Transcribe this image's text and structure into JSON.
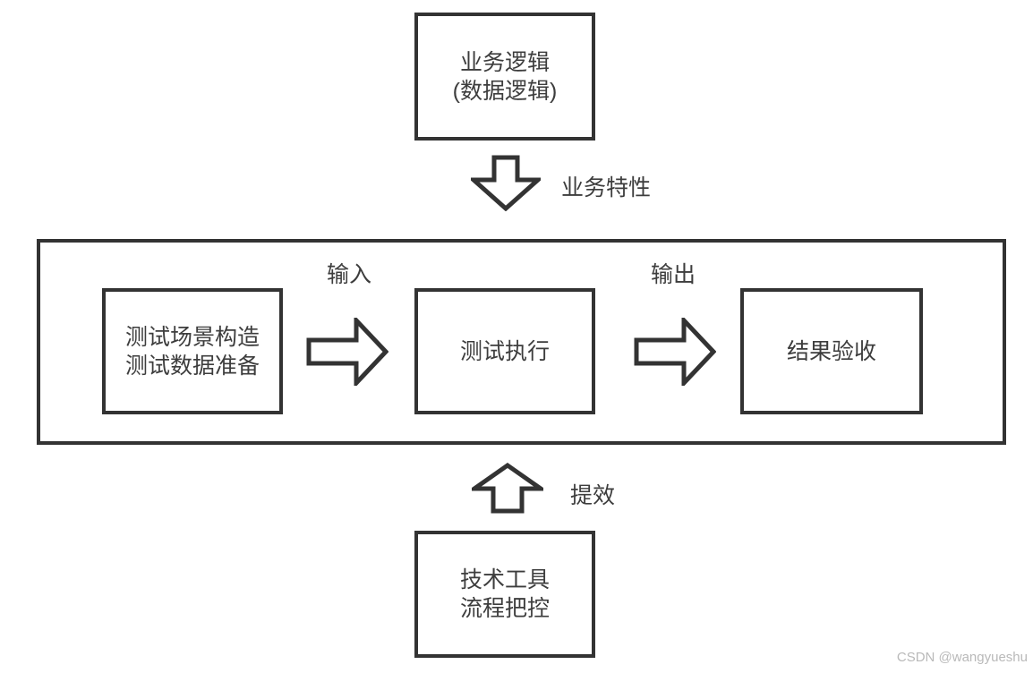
{
  "colors": {
    "line": "#333333",
    "text": "#3d3d3d",
    "watermark": "#b9b9b9",
    "background": "#ffffff"
  },
  "diagram": {
    "top_box": {
      "line1": "业务逻辑",
      "line2": "(数据逻辑)"
    },
    "arrow_down_label": "业务特性",
    "pipeline": {
      "scenario_box": {
        "line1": "测试场景构造",
        "line2": "测试数据准备"
      },
      "input_label": "输入",
      "execution_box": {
        "line1": "测试执行"
      },
      "output_label": "输出",
      "result_box": {
        "line1": "结果验收"
      }
    },
    "arrow_up_label": "提效",
    "bottom_box": {
      "line1": "技术工具",
      "line2": "流程把控"
    }
  },
  "watermark": {
    "text": "CSDN @wangyueshu"
  },
  "icons": {
    "arrow_down": "down-block-arrow",
    "arrow_right": "right-block-arrow",
    "arrow_up": "up-block-arrow"
  }
}
